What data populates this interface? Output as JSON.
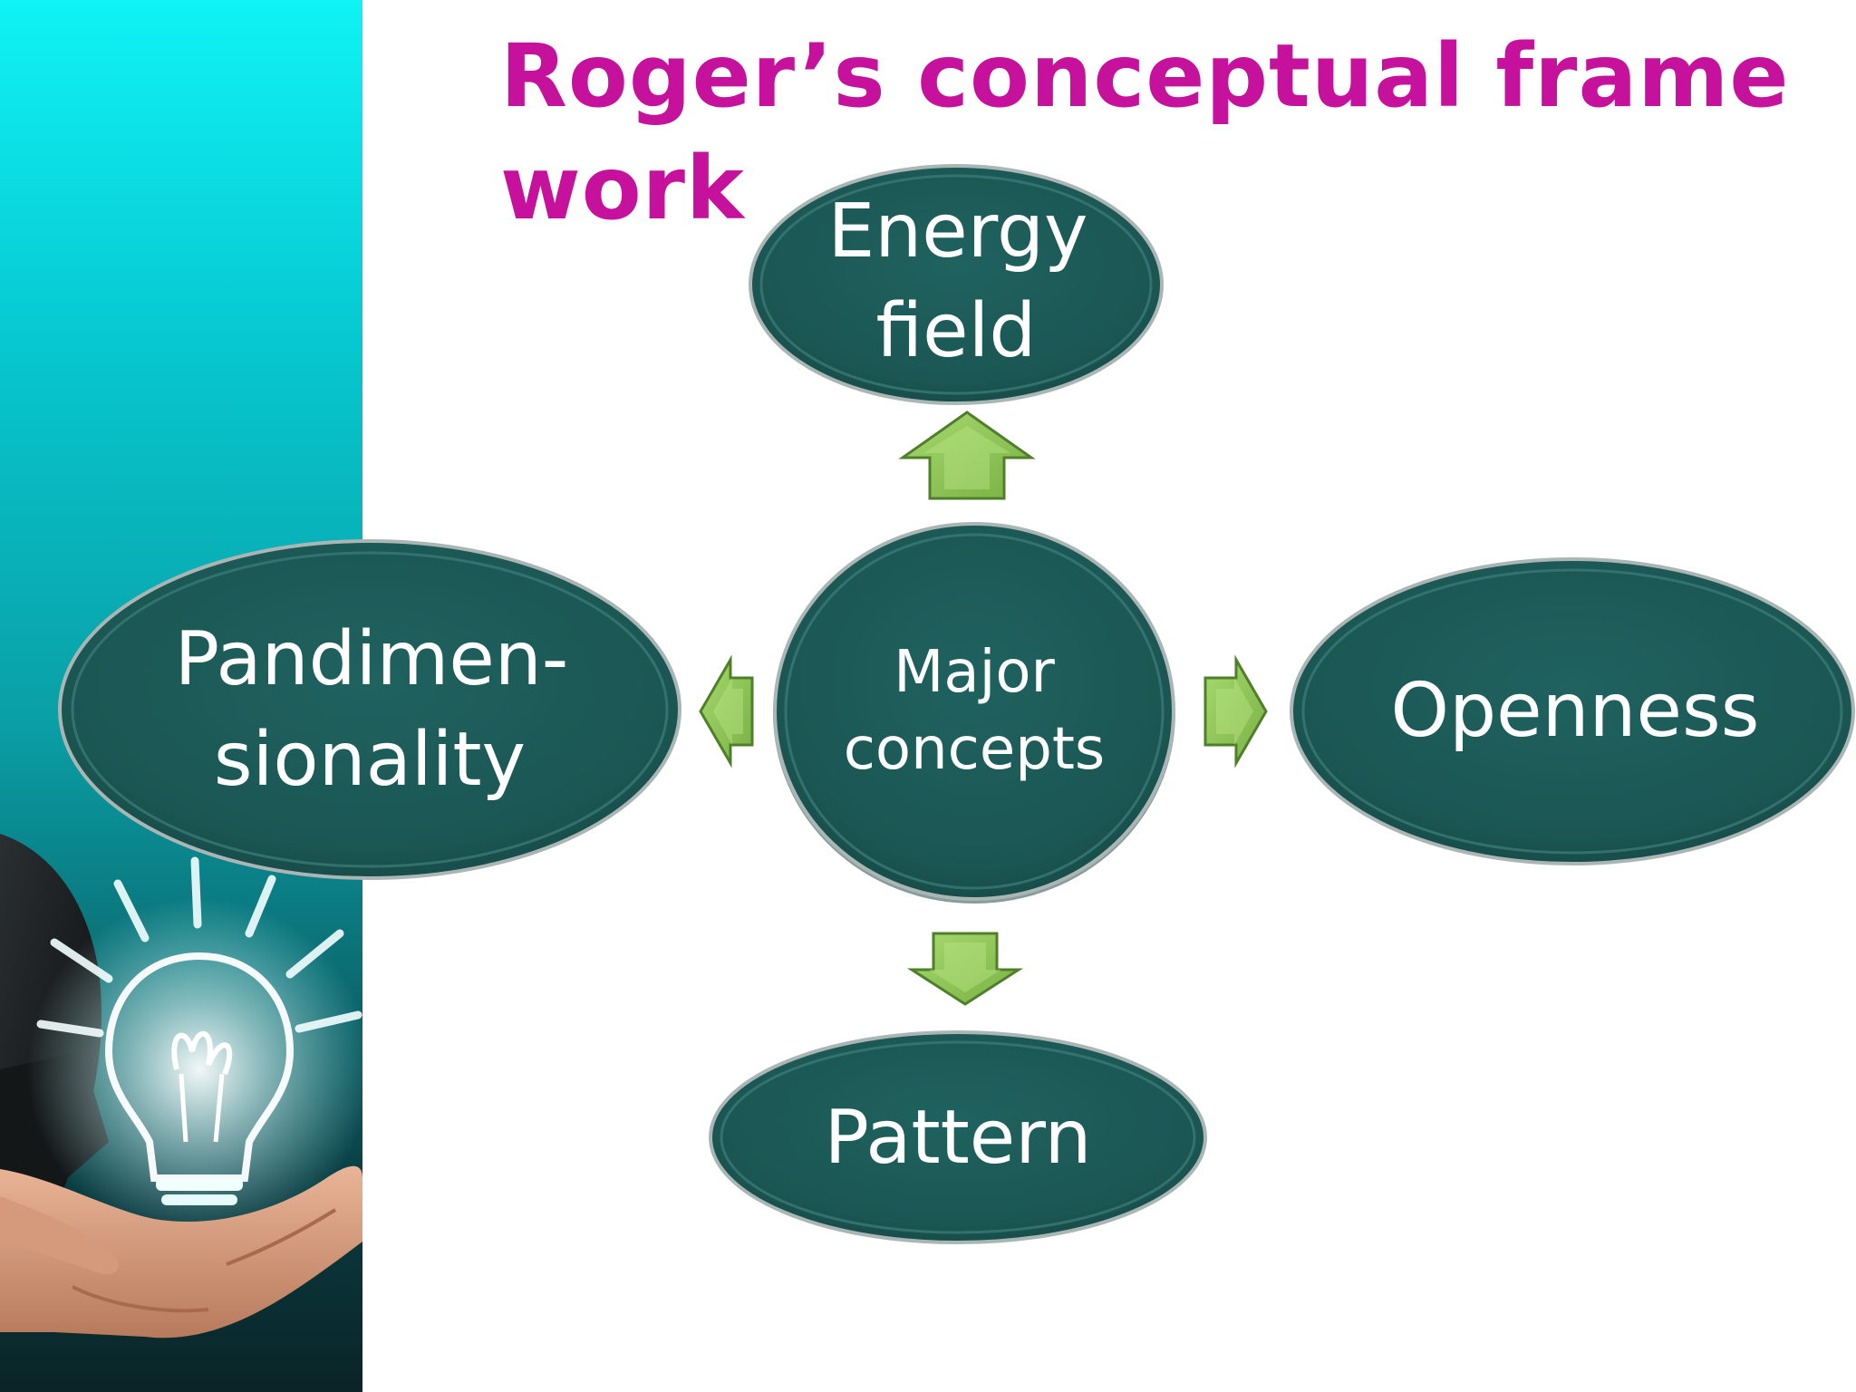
{
  "slide": {
    "title": "Roger’s  conceptual frame work"
  },
  "diagram": {
    "center": {
      "lines": [
        "Major",
        "concepts"
      ]
    },
    "nodes": {
      "top": {
        "lines": [
          "Energy",
          "field"
        ]
      },
      "left": {
        "lines": [
          "Pandimen-",
          "sionality"
        ]
      },
      "right": {
        "lines": [
          "Openness"
        ]
      },
      "bottom": {
        "lines": [
          "Pattern"
        ]
      }
    }
  },
  "colors": {
    "title": "#c5119c",
    "node_fill": "#1c5a57",
    "node_text": "#ffffff",
    "arrow_fill": "#8dc454",
    "side_panel_top": "#0ff3f6",
    "side_panel_bottom": "#0a2427"
  },
  "decoration": {
    "side_image": "light-bulb-in-hand-icon"
  }
}
